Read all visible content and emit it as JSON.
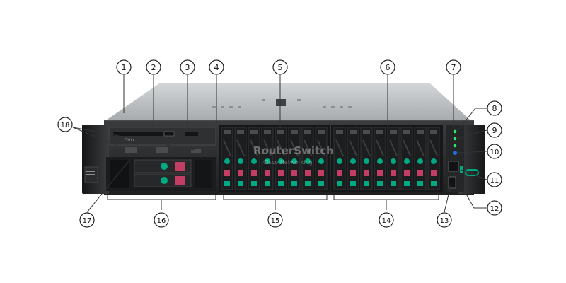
{
  "diagram": {
    "callouts": [
      {
        "id": 1,
        "label": "1"
      },
      {
        "id": 2,
        "label": "2"
      },
      {
        "id": 3,
        "label": "3"
      },
      {
        "id": 4,
        "label": "4"
      },
      {
        "id": 5,
        "label": "5"
      },
      {
        "id": 6,
        "label": "6"
      },
      {
        "id": 7,
        "label": "7"
      },
      {
        "id": 8,
        "label": "8"
      },
      {
        "id": 9,
        "label": "9"
      },
      {
        "id": 10,
        "label": "10"
      },
      {
        "id": 11,
        "label": "11"
      },
      {
        "id": 12,
        "label": "12"
      },
      {
        "id": 13,
        "label": "13"
      },
      {
        "id": 14,
        "label": "14"
      },
      {
        "id": 15,
        "label": "15"
      },
      {
        "id": 16,
        "label": "16"
      },
      {
        "id": 17,
        "label": "17"
      },
      {
        "id": 18,
        "label": "18"
      }
    ],
    "watermark": "RouterSwitch",
    "watermark_sub": "Cisco Networking"
  },
  "server": {
    "bay_groups": [
      {
        "name": "left-drive-cage",
        "bays": 8
      },
      {
        "name": "right-drive-cage",
        "bays": 8
      }
    ],
    "colors": {
      "chassis_top": "#b9bcbf",
      "bezel": "#2b2d2f",
      "drive_carrier": "#1c1d1e",
      "hpe_green": "#01a982",
      "status_blue": "#1e6fe0",
      "pink_tab": "#c43d64"
    }
  }
}
